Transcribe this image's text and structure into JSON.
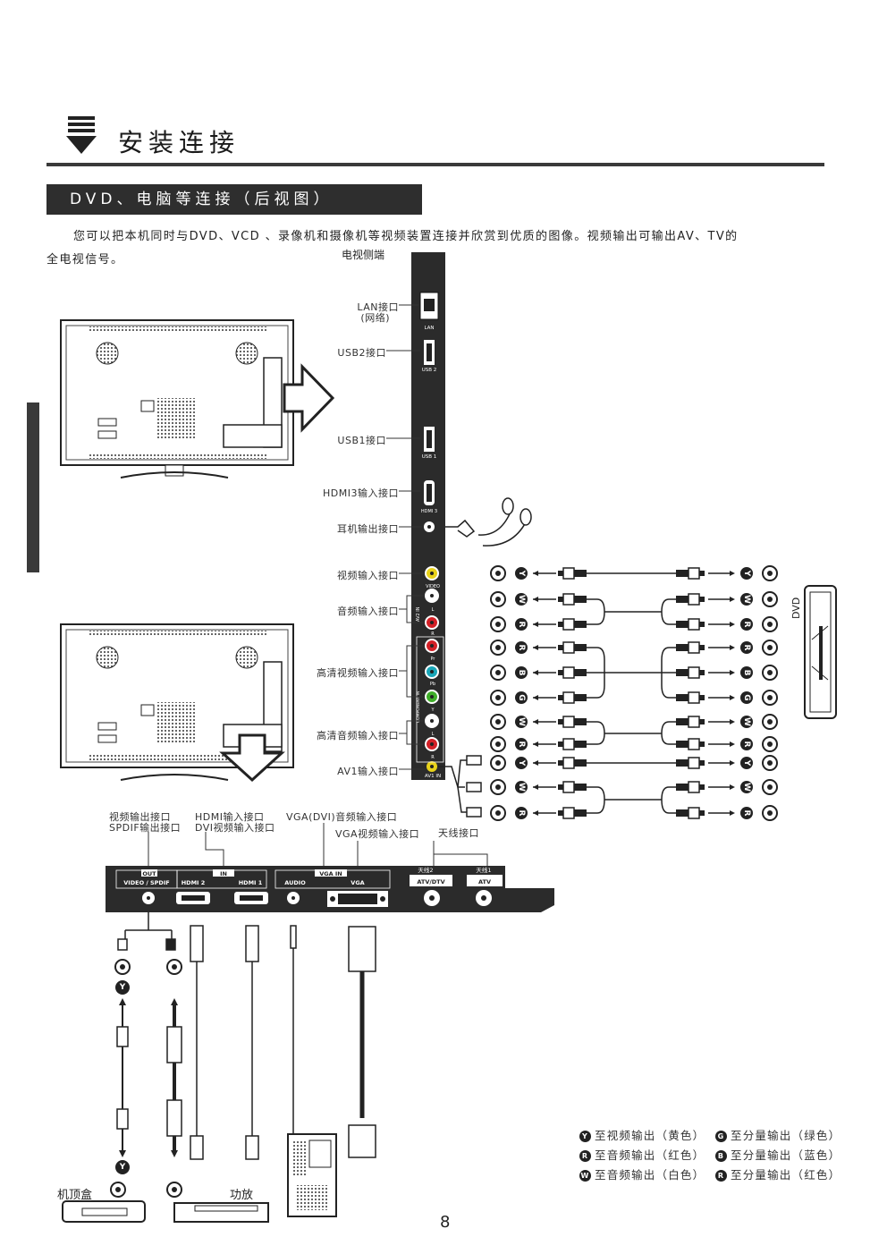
{
  "header": {
    "title": "安装连接"
  },
  "section": {
    "title": "DVD、电脑等连接（后视图）"
  },
  "intro": {
    "line1": "您可以把本机同时与DVD、VCD 、录像机和摄像机等视频装置连接并欣赏到优质的图像。视频输出可输出AV、TV的",
    "line2": "全电视信号。"
  },
  "side_panel": {
    "title": "电视侧端",
    "labels": [
      "LAN接口",
      "(网络)",
      "USB2接口",
      "USB1接口",
      "HDMI3输入接口",
      "耳机输出接口",
      "视频输入接口",
      "音频输入接口",
      "高清视频输入接口",
      "高清音频输入接口",
      "AV1输入接口"
    ],
    "port_captions": [
      "LAN",
      "USB 2",
      "USB 1",
      "HDMI 3",
      "VIDEO",
      "L",
      "R",
      "AV2 IN",
      "Pr",
      "Pb",
      "Y",
      "L",
      "R",
      "COMPONENT IN",
      "AV1 IN"
    ]
  },
  "rca_letters": [
    "Y",
    "W",
    "R",
    "R",
    "B",
    "G",
    "W",
    "R",
    "Y",
    "W",
    "R"
  ],
  "dvd_label": "DVD",
  "bottom_labels": {
    "video_out": "视频输出接口",
    "spdif_out": "SPDIF输出接口",
    "hdmi_in": "HDMI输入接口",
    "dvi_video_in": "DVI视频输入接口",
    "vga_audio_in": "VGA(DVI)音频输入接口",
    "vga_video_in": "VGA视频输入接口",
    "antenna": "天线接口"
  },
  "bottom_panel": {
    "group_out": "OUT",
    "group_in": "IN",
    "group_vga": "VGA IN",
    "video_spdif": "VIDEO / SPDIF",
    "hdmi2": "HDMI 2",
    "hdmi1": "HDMI 1",
    "audio": "AUDIO",
    "vga": "VGA",
    "ant2_name": "天线2",
    "ant2": "ATV/DTV",
    "ant1_name": "天线1",
    "ant1": "ATV"
  },
  "devices": {
    "stb": "机顶盒",
    "amp": "功放"
  },
  "legend": [
    {
      "badge": "Y",
      "text": "至视频输出（黄色）"
    },
    {
      "badge": "G",
      "text": "至分量输出（绿色）"
    },
    {
      "badge": "R",
      "text": "至音频输出（红色）"
    },
    {
      "badge": "B",
      "text": "至分量输出（蓝色）"
    },
    {
      "badge": "W",
      "text": "至音频输出（白色）"
    },
    {
      "badge": "R",
      "text": "至分量输出（红色）"
    }
  ],
  "page_number": "8"
}
